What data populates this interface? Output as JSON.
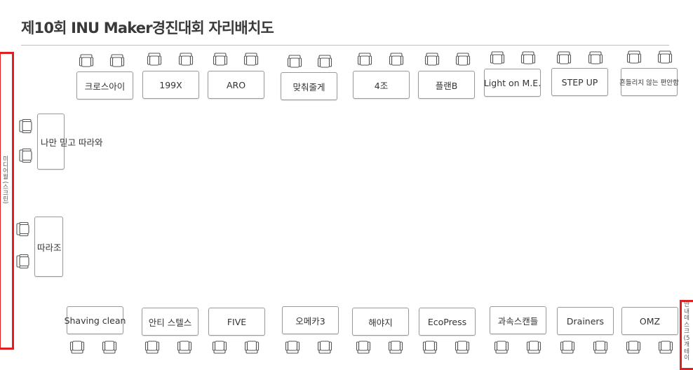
{
  "title": "제10회 INU Maker경진대회 자리배치도",
  "left_panel": {
    "label": "미디어월 (스크린)"
  },
  "right_panel": {
    "label": "안내데스크(5개테이"
  },
  "top_desks": [
    "크로스아이",
    "199X",
    "ARO",
    "맞춰줄게",
    "4조",
    "플랜B",
    "Light on M.E.",
    "STEP UP",
    "흔들리지 않는 편안함"
  ],
  "left_desks": [
    "나만 믿고 따라와",
    "따라조"
  ],
  "bottom_desks": [
    "Shaving clean",
    "안티 스텔스",
    "FIVE",
    "오메카3",
    "해야지",
    "EcoPress",
    "과속스캔들",
    "Drainers",
    "OMZ"
  ],
  "icons": {
    "chair": "chair-icon"
  },
  "colors": {
    "accent_border": "#e02020",
    "desk_border": "#9a9a9a",
    "title": "#3a3a3a"
  }
}
